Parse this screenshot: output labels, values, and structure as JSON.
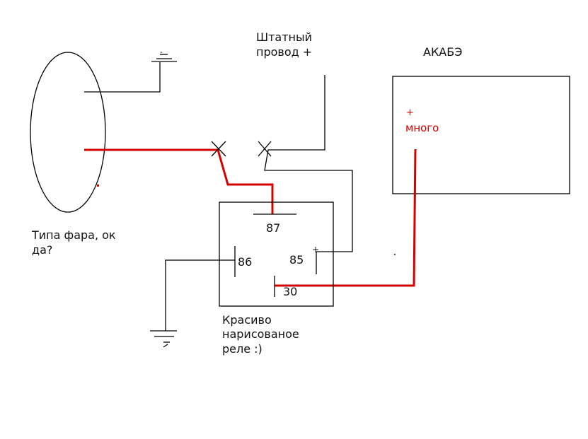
{
  "colors": {
    "background": "#ffffff",
    "line": "#000000",
    "positive_wire": "#d40000"
  },
  "labels": {
    "stock_wire_line1": "Штатный",
    "stock_wire_line2": "провод +",
    "battery_title": "АКАБЭ",
    "battery_plus": "+",
    "battery_many": "много",
    "headlight_line1": "Типа фара, ок",
    "headlight_line2": "да?",
    "relay_caption_line1": "Красиво",
    "relay_caption_line2": "нарисованое",
    "relay_caption_line3": "реле :)",
    "pin_87": "87",
    "pin_86": "86",
    "pin_85": "85",
    "pin_30": "30",
    "ground_minus": "-",
    "pin85_plus": "+"
  }
}
